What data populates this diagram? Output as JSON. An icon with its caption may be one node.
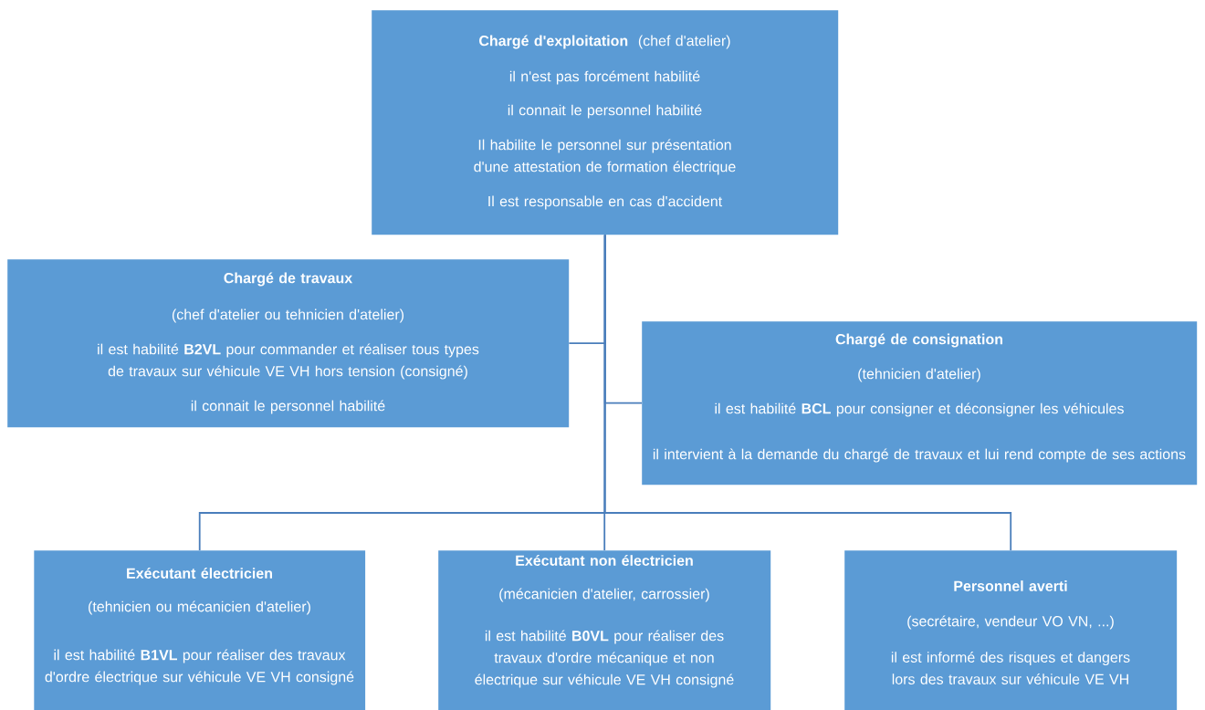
{
  "diagram": {
    "nodes": [
      {
        "text": [
          "Chargé d'exploitation",
          "(chef d'atelier)",
          "il n'est pas forcément habilité",
          "il connait le personnel habilité",
          "Il habilite le personnel sur présentation d'une attestation de formation électrique",
          "Il est responsable en cas d'accident"
        ]
      },
      {
        "text": [
          "Chargé de travaux",
          "(chef d'atelier ou tehnicien d'atelier)",
          "il est habilité **B2VL** pour commander et réaliser tous types de travaux sur véhicule VE VH hors tension (consigné)",
          "il connait le personnel habilité"
        ]
      },
      {
        "text": [
          "Chargé de consignation",
          "(tehnicien d'atelier)",
          "il est habilité **BCL** pour consigner et déconsigner les véhicules",
          "il intervient à la demande du chargé de travaux et lui rend compte de ses actions"
        ]
      },
      {
        "text": [
          "Exécutant électricien",
          "(tehnicien ou mécanicien d'atelier)",
          "il est habilité **B1VL** pour réaliser des travaux d'ordre électrique sur véhicule VE VH consigné"
        ]
      },
      {
        "text": [
          "Exécutant non électricien",
          "(mécanicien d'atelier, carrossier)",
          "il est habilité **B0VL** pour réaliser des travaux d'ordre mécanique et non électrique sur véhicule VE VH consigné"
        ]
      },
      {
        "text": [
          "Personnel averti",
          "(secrétaire, vendeur VO VN, ...)",
          "il est informé des risques et dangers lors des travaux sur véhicule VE VH"
        ]
      }
    ],
    "edges": [
      {
        "from": 0,
        "to": 1,
        "arrow": "none"
      },
      {
        "from": 0,
        "to": 2,
        "arrow": "none"
      },
      {
        "from": 0,
        "to": 3,
        "arrow": "none"
      },
      {
        "from": 0,
        "to": 4,
        "arrow": "none"
      },
      {
        "from": 0,
        "to": 5,
        "arrow": "none"
      }
    ]
  }
}
